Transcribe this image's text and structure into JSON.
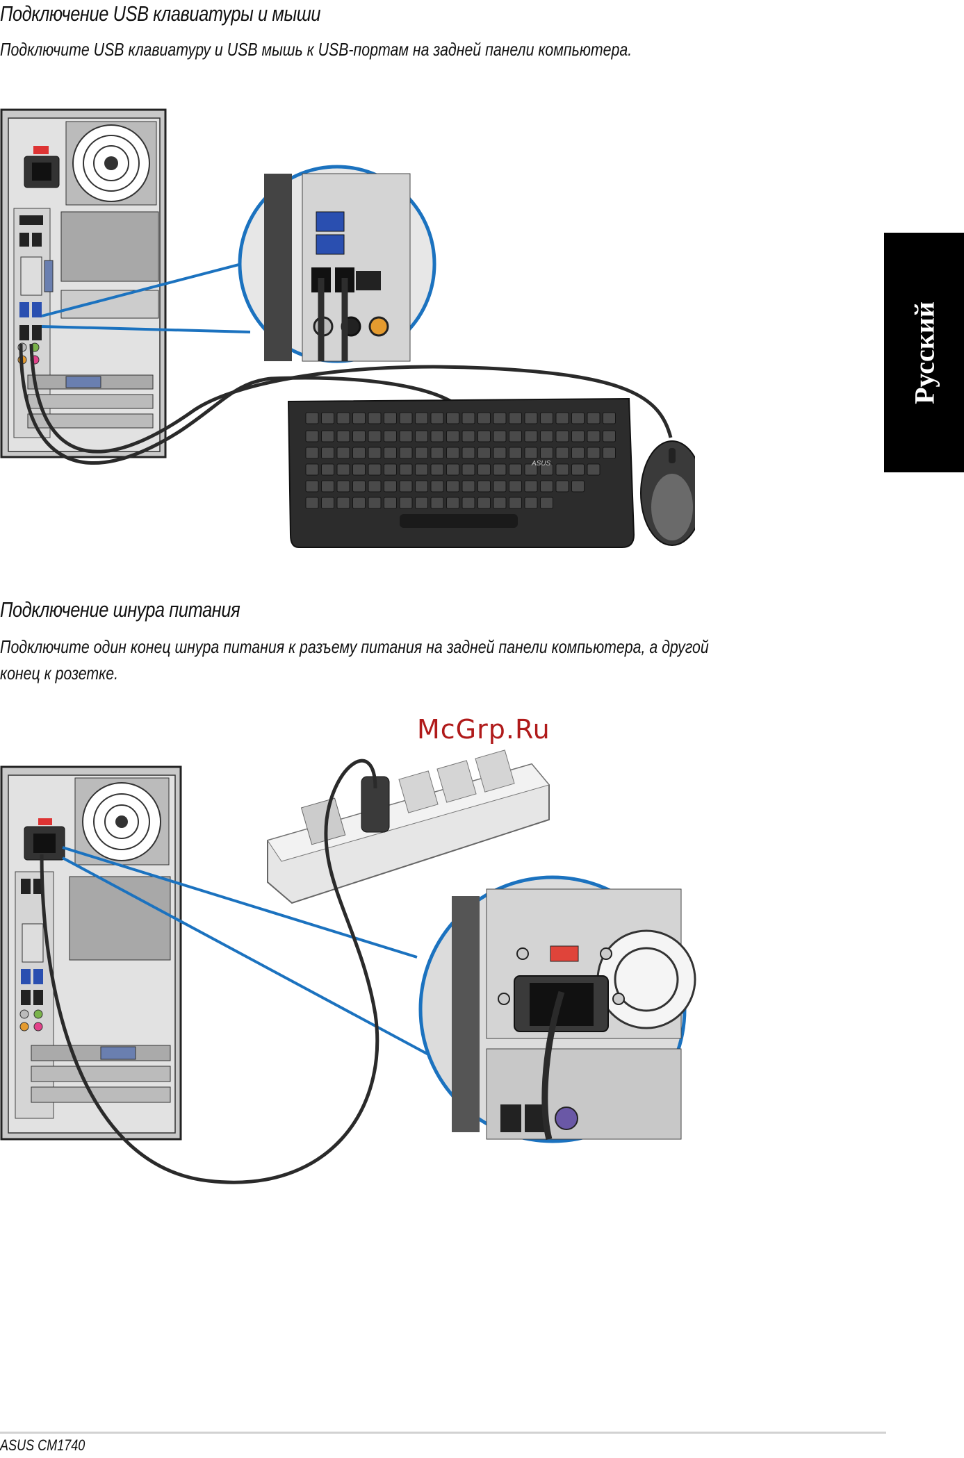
{
  "section1": {
    "title": "Подключение USB клавиатуры и мыши",
    "text": "Подключите USB клавиатуру и USB мышь к USB-портам на задней панели компьютера."
  },
  "section2": {
    "title": "Подключение шнура питания",
    "text_line1": "Подключите один конец шнура питания к разъему питания на задней панели компьютера, а другой",
    "text_line2": "конец к розетке."
  },
  "side_tab": {
    "label": "Русский"
  },
  "watermark": "McGrp.Ru",
  "keyboard_brand": "ASUS",
  "footer": {
    "model": "ASUS CM1740"
  }
}
